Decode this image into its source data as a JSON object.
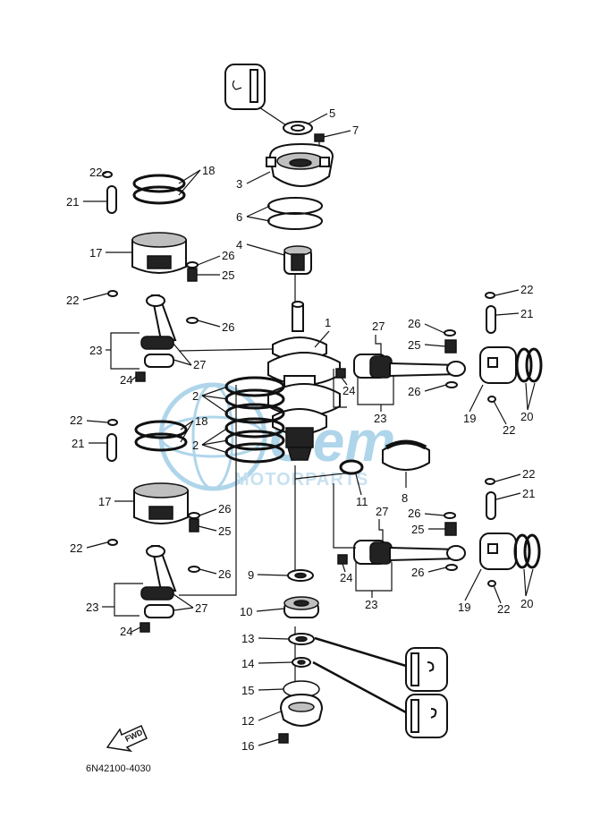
{
  "diagram": {
    "code": "6N42100-4030",
    "fwd_label": "FWD",
    "watermark": {
      "brand": "Gem",
      "sub": "MOTORPARTS"
    },
    "colors": {
      "line": "#111111",
      "watermark": "#6fb3d9"
    },
    "callouts": {
      "c1": "1",
      "c2a": "2",
      "c2b": "2",
      "c3": "3",
      "c4": "4",
      "c5": "5",
      "c6": "6",
      "c7": "7",
      "c8": "8",
      "c9": "9",
      "c10": "10",
      "c11": "11",
      "c12": "12",
      "c13": "13",
      "c14": "14",
      "c15": "15",
      "c16": "16",
      "c17a": "17",
      "c17b": "17",
      "c18a": "18",
      "c18b": "18",
      "c19a": "19",
      "c19b": "19",
      "c20a": "20",
      "c20b": "20",
      "c21a": "21",
      "c21b": "21",
      "c21c": "21",
      "c21d": "21",
      "c22a": "22",
      "c22b": "22",
      "c22c": "22",
      "c22d": "22",
      "c22e": "22",
      "c22f": "22",
      "c22g": "22",
      "c22h": "22",
      "c23a": "23",
      "c23b": "23",
      "c23c": "23",
      "c23d": "23",
      "c24a": "24",
      "c24b": "24",
      "c24c": "24",
      "c24d": "24",
      "c25a": "25",
      "c25b": "25",
      "c25c": "25",
      "c25d": "25",
      "c26a": "26",
      "c26b": "26",
      "c26c": "26",
      "c26d": "26",
      "c26e": "26",
      "c26f": "26",
      "c26g": "26",
      "c26h": "26",
      "c27a": "27",
      "c27b": "27",
      "c27c": "27",
      "c27d": "27"
    }
  }
}
